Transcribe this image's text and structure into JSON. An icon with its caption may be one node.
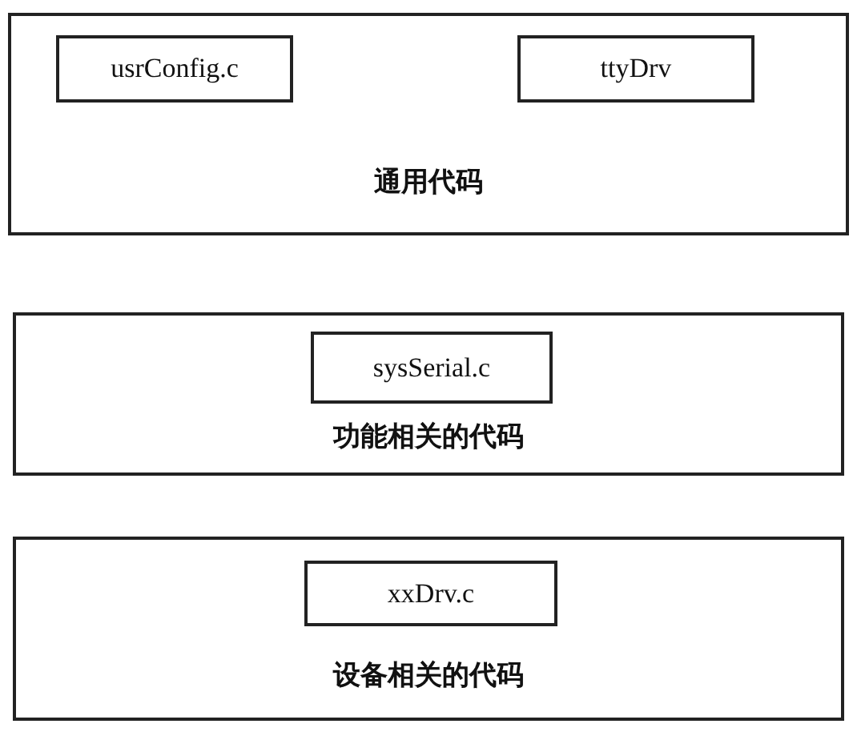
{
  "diagram": {
    "nodes": [
      {
        "text": [
          "通用代码"
        ]
      },
      {
        "text": [
          "usrConfig.c"
        ],
        "in": 0
      },
      {
        "text": [
          "ttyDrv"
        ],
        "in": 0
      },
      {
        "text": [
          "功能相关的代码"
        ]
      },
      {
        "text": [
          "sysSerial.c"
        ],
        "in": 3
      },
      {
        "text": [
          "设备相关的代码"
        ]
      },
      {
        "text": [
          "xxDrv.c"
        ],
        "in": 5
      }
    ]
  }
}
